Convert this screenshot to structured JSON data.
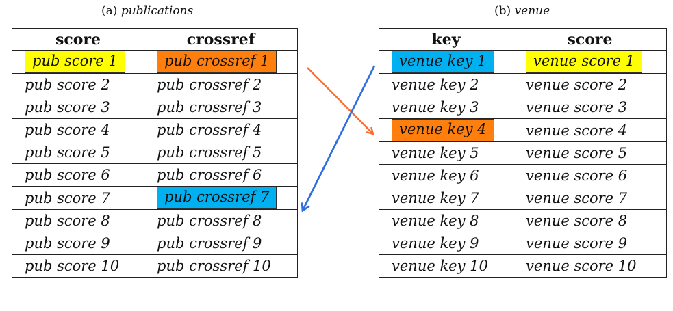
{
  "colors": {
    "yellow": "#ffff00",
    "orange": "#ff7f0e",
    "blue": "#00b0f0",
    "arrow_orange": "#ff6a2a",
    "arrow_blue": "#2f6fe0"
  },
  "left": {
    "caption_prefix": "(a)",
    "caption_name": "publications",
    "headers": [
      "score",
      "crossref"
    ],
    "rows": [
      [
        "pub score 1",
        "pub crossref 1"
      ],
      [
        "pub score 2",
        "pub crossref 2"
      ],
      [
        "pub score 3",
        "pub crossref 3"
      ],
      [
        "pub score 4",
        "pub crossref 4"
      ],
      [
        "pub score 5",
        "pub crossref 5"
      ],
      [
        "pub score 6",
        "pub crossref 6"
      ],
      [
        "pub score 7",
        "pub crossref 7"
      ],
      [
        "pub score 8",
        "pub crossref 8"
      ],
      [
        "pub score 9",
        "pub crossref 9"
      ],
      [
        "pub score 10",
        "pub crossref 10"
      ]
    ]
  },
  "right": {
    "caption_prefix": "(b)",
    "caption_name": "venue",
    "headers": [
      "key",
      "score"
    ],
    "rows": [
      [
        "venue key 1",
        "venue score 1"
      ],
      [
        "venue key 2",
        "venue score 2"
      ],
      [
        "venue key 3",
        "venue score 3"
      ],
      [
        "venue key 4",
        "venue score 4"
      ],
      [
        "venue key 5",
        "venue score 5"
      ],
      [
        "venue key 6",
        "venue score 6"
      ],
      [
        "venue key 7",
        "venue score 7"
      ],
      [
        "venue key 8",
        "venue score 8"
      ],
      [
        "venue key 9",
        "venue score 9"
      ],
      [
        "venue key 10",
        "venue score 10"
      ]
    ]
  },
  "highlights": [
    {
      "table": "left",
      "row": 0,
      "col": 0,
      "color": "yellow"
    },
    {
      "table": "left",
      "row": 0,
      "col": 1,
      "color": "orange"
    },
    {
      "table": "left",
      "row": 6,
      "col": 1,
      "color": "blue"
    },
    {
      "table": "right",
      "row": 0,
      "col": 0,
      "color": "blue"
    },
    {
      "table": "right",
      "row": 0,
      "col": 1,
      "color": "yellow"
    },
    {
      "table": "right",
      "row": 3,
      "col": 0,
      "color": "orange"
    }
  ],
  "arrows": [
    {
      "from": "pub crossref 1",
      "to": "venue key 4",
      "color": "arrow_orange"
    },
    {
      "from": "venue key 1",
      "to": "pub crossref 7",
      "color": "arrow_blue"
    }
  ]
}
